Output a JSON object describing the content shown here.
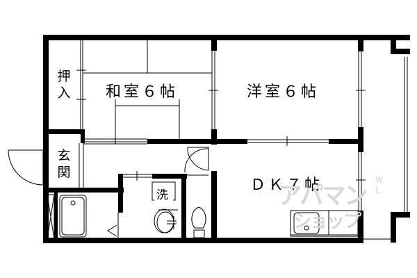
{
  "floor_plan": {
    "rooms": [
      {
        "id": "washitsu",
        "label": "和室６帖",
        "type": "Japanese-style room",
        "size_jo": 6
      },
      {
        "id": "youshitsu",
        "label": "洋室６帖",
        "type": "Western-style room",
        "size_jo": 6
      },
      {
        "id": "dk",
        "label": "ＤＫ７帖",
        "type": "Dining kitchen",
        "size_jo": 7
      },
      {
        "id": "oshiire",
        "label": "押入",
        "type": "Closet"
      },
      {
        "id": "genkan",
        "label": "玄関",
        "type": "Entrance"
      },
      {
        "id": "senmenjo",
        "label": "洗",
        "type": "Washing machine space"
      }
    ],
    "fixtures": [
      "bathtub",
      "washbasin",
      "toilet",
      "kitchen-sink",
      "shoe-cabinet"
    ],
    "colors": {
      "wall": "#000000",
      "background": "#ffffff",
      "watermark": "#d8d8d8"
    }
  },
  "watermark": {
    "line1": "アパマン",
    "line2": "ショップ",
    "mark1": "w",
    "mark2": "L"
  }
}
